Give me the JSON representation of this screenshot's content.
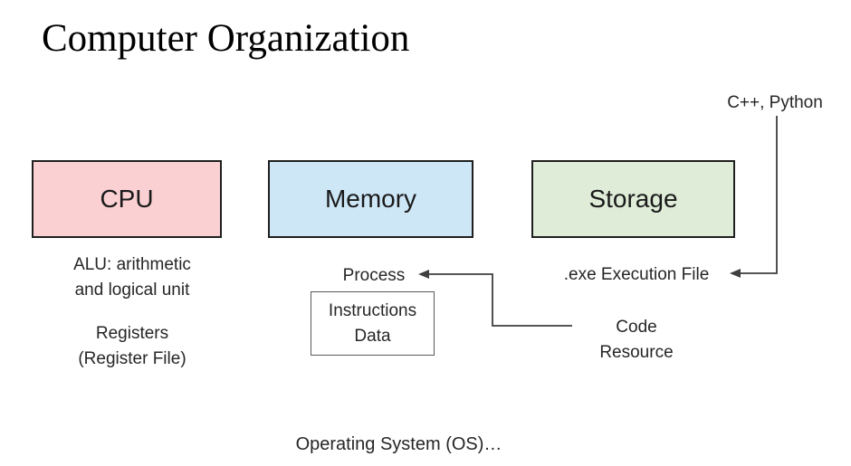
{
  "title": "Computer Organization",
  "boxes": {
    "cpu": {
      "label": "CPU",
      "fill": "#FBD0D2",
      "border": "#1F1F1F"
    },
    "memory": {
      "label": "Memory",
      "fill": "#CEE7F7",
      "border": "#1F1F1F"
    },
    "storage": {
      "label": "Storage",
      "fill": "#DFECD8",
      "border": "#1F1F1F"
    }
  },
  "labels": {
    "languages": "C++, Python",
    "exe_file": ".exe Execution File",
    "process": "Process",
    "os": "Operating System (OS)…"
  },
  "notes": {
    "alu": [
      "ALU: arithmetic",
      "and logical unit"
    ],
    "registers": [
      "Registers",
      "(Register File)"
    ],
    "instructions": [
      "Instructions",
      "Data"
    ],
    "code": [
      "Code",
      "Resource"
    ]
  },
  "colors": {
    "background": "#FFFFFF",
    "body_text": "#262626",
    "title_text": "#000000",
    "connector": "#3F3F3F",
    "instructions_border": "#595959"
  }
}
